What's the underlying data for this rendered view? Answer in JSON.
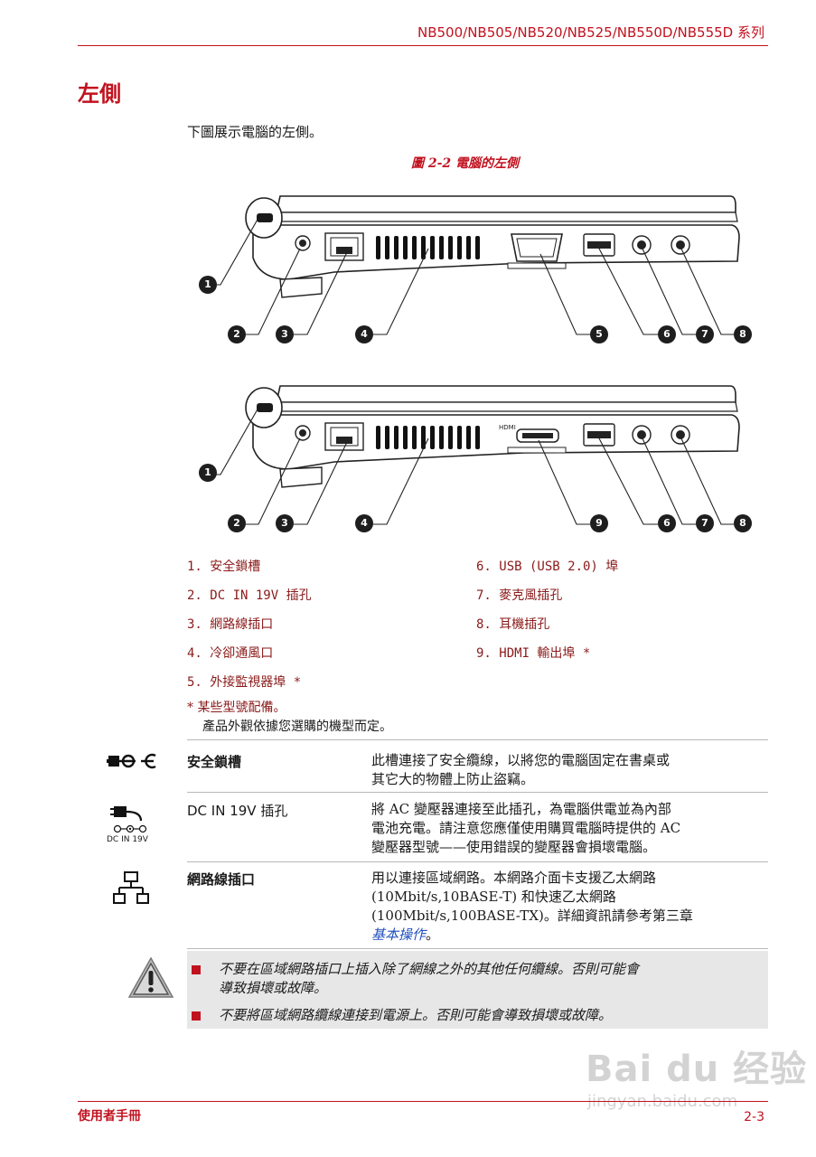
{
  "header": {
    "series": "NB500/NB505/NB520/NB525/NB550D/NB555D 系列"
  },
  "section": {
    "title": "左側",
    "intro": "下圖展示電腦的左側。"
  },
  "figure": {
    "caption": "圖 2-2 電腦的左側",
    "top_callouts": [
      "1",
      "2",
      "3",
      "4",
      "5",
      "6",
      "7",
      "8"
    ],
    "bottom_callouts": [
      "1",
      "2",
      "3",
      "4",
      "9",
      "6",
      "7",
      "8"
    ],
    "hdmi_label": "HDMI"
  },
  "legend": {
    "items": [
      "1. 安全鎖槽",
      "2. DC IN 19V 插孔",
      "3. 網路線插口",
      "4. 冷卻通風口",
      "5. 外接監視器埠 *",
      "6. USB (USB 2.0) 埠",
      "7. 麥克風插孔",
      "8. 耳機插孔",
      "9. HDMI 輸出埠 *"
    ],
    "note_line1": "* 某些型號配備。",
    "note_line2": "產品外觀依據您選購的機型而定。"
  },
  "table": {
    "rows": [
      {
        "name": "安全鎖槽",
        "desc": [
          "此槽連接了安全纜線，以將您的電腦固定在書桌或",
          "其它大的物體上防止盜竊。"
        ],
        "icon": "security-lock-icon"
      },
      {
        "name": "DC IN 19V 插孔",
        "desc": [
          "將 AC 變壓器連接至此插孔，為電腦供電並為內部",
          "電池充電。請注意您應僅使用購買電腦時提供的 AC",
          "變壓器型號——使用錯誤的變壓器會損壞電腦。"
        ],
        "icon": "dc-in-icon",
        "icon_label": "DC IN 19V"
      },
      {
        "name": "網路線插口",
        "desc": [
          "用以連接區域網路。本網路介面卡支援乙太網路",
          "(10Mbit/s,10BASE-T) 和快速乙太網路",
          "(100Mbit/s,100BASE-TX)。詳細資訊請參考第三章"
        ],
        "link": "基本操作",
        "link_suffix": "。",
        "icon": "lan-icon"
      }
    ]
  },
  "warning": {
    "icon": "warning-icon",
    "items": [
      [
        "不要在區域網路插口上插入除了網線之外的其他任何纜線。否則可能會",
        "導致損壞或故障。"
      ],
      [
        "不要將區域網路纜線連接到電源上。否則可能會導致損壞或故障。"
      ]
    ]
  },
  "footer": {
    "left": "使用者手冊",
    "right": "2-3"
  },
  "watermark": {
    "brand": "Bai du 经验",
    "url": "jingyan.baidu.com"
  },
  "colors": {
    "accent": "#c1121f",
    "link": "#1f4fbf",
    "warning_bg": "#e7e7e7"
  }
}
